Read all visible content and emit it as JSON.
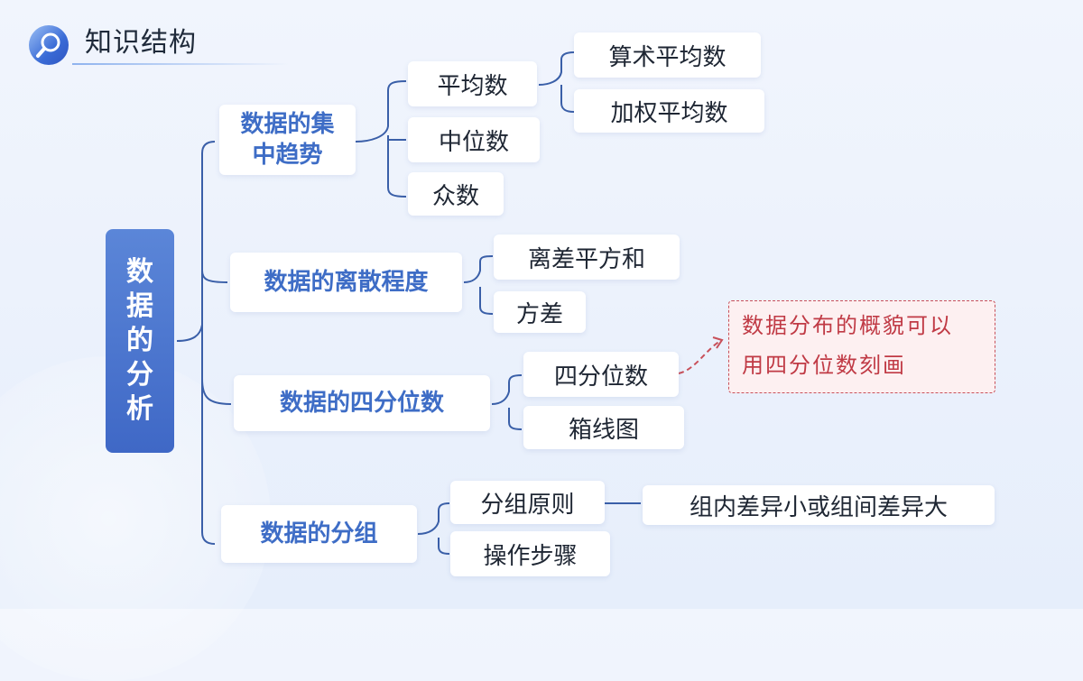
{
  "header": {
    "title": "知识结构"
  },
  "root": {
    "label": "数据的分析"
  },
  "branches": [
    {
      "label": "数据的集中趋势",
      "children": [
        "平均数",
        "中位数",
        "众数"
      ],
      "grandchildren": [
        "算术平均数",
        "加权平均数"
      ]
    },
    {
      "label": "数据的离散程度",
      "children": [
        "离差平方和",
        "方差"
      ]
    },
    {
      "label": "数据的四分位数",
      "children": [
        "四分位数",
        "箱线图"
      ]
    },
    {
      "label": "数据的分组",
      "children": [
        "分组原则",
        "操作步骤"
      ],
      "grandchildren": [
        "组内差异小或组间差异大"
      ]
    }
  ],
  "note": {
    "line1": "数据分布的概貌可以",
    "line2": "用四分位数刻画"
  },
  "colors": {
    "accent": "#3e6dc6",
    "line": "#3a5fa8",
    "note_border": "#c8505a"
  }
}
